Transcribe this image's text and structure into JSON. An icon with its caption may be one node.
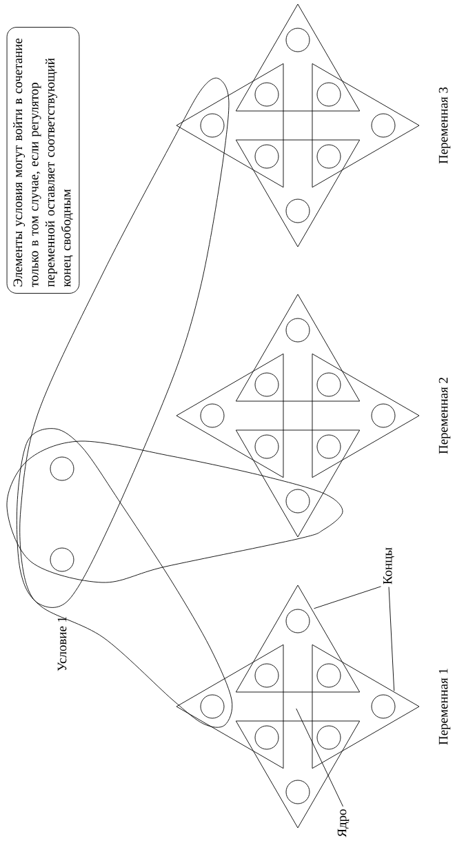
{
  "diagram": {
    "nodes": [
      {
        "text": [
          "Элементы условия могут войти в сочетание только в том случае, если регулятор переменной оставляет соответствующий конец свободным"
        ]
      },
      {
        "text": [
          "Концы"
        ]
      },
      {
        "text": [
          "Ядро"
        ]
      }
    ],
    "edges": [
      {
        "from": 1,
        "to": null,
        "arrow": "none"
      },
      {
        "from": 1,
        "to": null,
        "arrow": "none"
      },
      {
        "from": 2,
        "to": null,
        "arrow": "none"
      }
    ],
    "labels": [
      "Условие 1",
      "Переменная 1",
      "Переменная 2",
      "Переменная 3"
    ]
  }
}
